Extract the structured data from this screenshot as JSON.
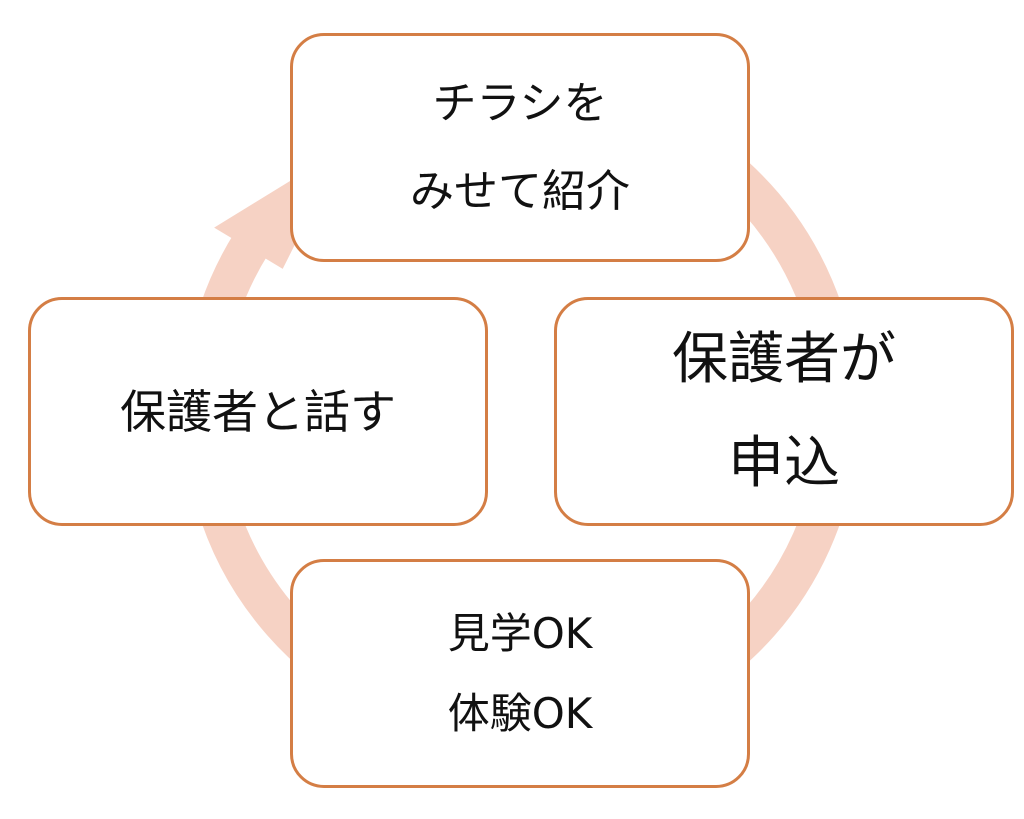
{
  "diagram": {
    "type": "cycle",
    "colors": {
      "box_border": "#D47E45",
      "ring": "#F6D2C4",
      "text": "#111111"
    },
    "steps": [
      {
        "id": "top",
        "lines": [
          "チラシを",
          "みせて紹介"
        ]
      },
      {
        "id": "right",
        "lines": [
          "保護者が",
          "申込"
        ]
      },
      {
        "id": "bottom",
        "lines": [
          "見学OK",
          "体験OK"
        ]
      },
      {
        "id": "left",
        "lines": [
          "保護者と話す"
        ]
      }
    ],
    "arrow": {
      "direction": "clockwise",
      "points_to": "top"
    }
  }
}
